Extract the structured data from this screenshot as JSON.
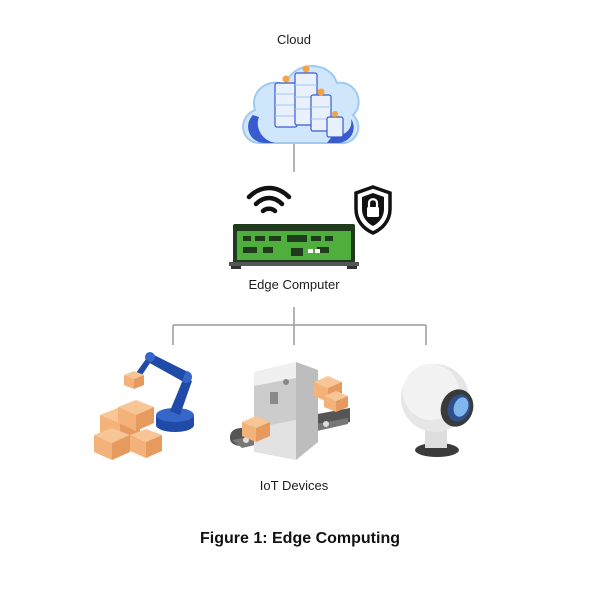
{
  "diagram": {
    "nodes": {
      "cloud": {
        "label": "Cloud"
      },
      "edge": {
        "label": "Edge Computer"
      },
      "iot": {
        "label": "IoT Devices"
      }
    },
    "caption": "Figure 1: Edge Computing"
  },
  "colors": {
    "line": "#9a9a9a",
    "cloud_light": "#cfe6fb",
    "cloud_mid": "#9fcaf2",
    "cloud_blue": "#3a5bd0",
    "server_light": "#e9f1ff",
    "accent_orange": "#f5a341",
    "edge_green": "#4fae3c",
    "edge_dark": "#1f3a1c",
    "robot_blue": "#1f4aa8",
    "box_orange": "#f3b27a",
    "conveyor_gray": "#d7d7d7",
    "camera_lens": "#2f4f8a"
  },
  "icons": [
    "cloud-server-icon",
    "wifi-icon",
    "shield-lock-icon",
    "edge-computer-icon",
    "robot-arm-icon",
    "boxes-icon",
    "conveyor-machine-icon",
    "security-camera-icon"
  ]
}
